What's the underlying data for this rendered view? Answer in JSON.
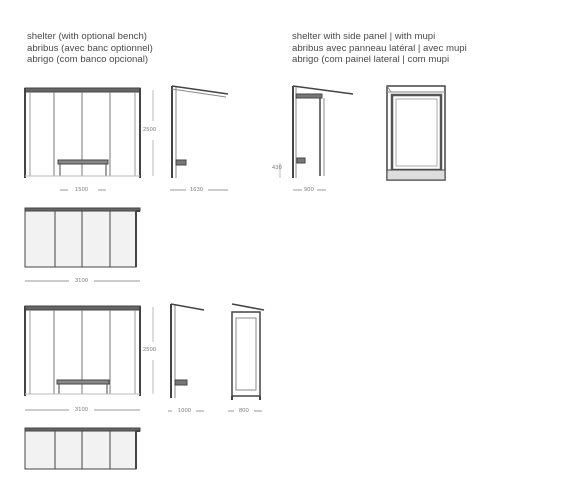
{
  "captions": {
    "left": [
      "shelter (with optional bench)",
      "abribus (avec banc optionnel)",
      "abrigo (com banco opcional)"
    ],
    "right": [
      "shelter with side panel | with mupi",
      "abribus avec panneau latéral | avec mupi",
      "abrigo (com painel lateral | com mupi"
    ]
  },
  "dimensions": {
    "top_front_width": "1500",
    "top_front_height": "2500",
    "top_side_depth": "1630",
    "top_panel_height": "430",
    "top_panel_depth": "900",
    "plan_top_width": "3100",
    "bottom_front_height": "2500",
    "bottom_front_width": "3100",
    "bottom_side_depth": "1000",
    "bottom_panel_depth": "800"
  }
}
